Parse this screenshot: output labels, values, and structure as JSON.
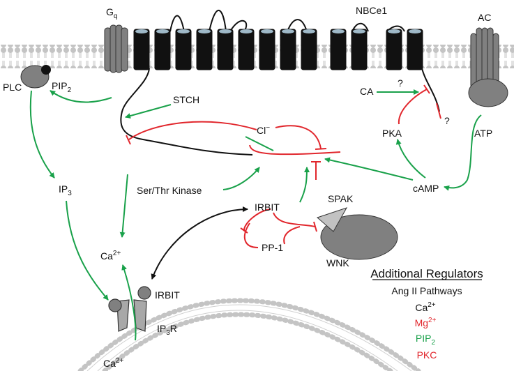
{
  "labels": {
    "gq": "G",
    "gq_sub": "q",
    "nbce1": "NBCe1",
    "ac": "AC",
    "plc": "PLC",
    "pip2": "PIP",
    "pip2_sub": "2",
    "stch": "STCH",
    "ca_enzyme": "CA",
    "q1": "?",
    "q2": "?",
    "chloride": "Cl",
    "chloride_sup": "−",
    "pka": "PKA",
    "atp": "ATP",
    "ip3": "IP",
    "ip3_sub": "3",
    "ser_thr": "Ser/Thr Kinase",
    "camp": "cAMP",
    "irbit": "IRBIT",
    "spak": "SPAK",
    "ca_mid": "Ca",
    "ca_mid_sup": "2+",
    "pp1": "PP-1",
    "wnk": "WNK",
    "irbit2": "IRBIT",
    "ip3r": "IP",
    "ip3r_sub": "3",
    "ip3r_tail": "R",
    "ca_bottom": "Ca",
    "ca_bottom_sup": "2+"
  },
  "legend": {
    "title": "Additional Regulators",
    "items": [
      {
        "text": "Ang II Pathways",
        "sup": "",
        "color": "#111111"
      },
      {
        "text": "Ca",
        "sup": "2+",
        "color": "#111111"
      },
      {
        "text": "Mg",
        "sup": "2+",
        "color": "#e1262c"
      },
      {
        "text": "PIP",
        "sub": "2",
        "color": "#19a14a"
      },
      {
        "text": "PKC",
        "sup": "",
        "color": "#e1262c"
      }
    ]
  },
  "colors": {
    "activation": "#19a14a",
    "inhibition": "#e1262c",
    "interaction": "#111111",
    "protein_gray": "#808080",
    "membrane_gray": "#bdbdbd"
  }
}
